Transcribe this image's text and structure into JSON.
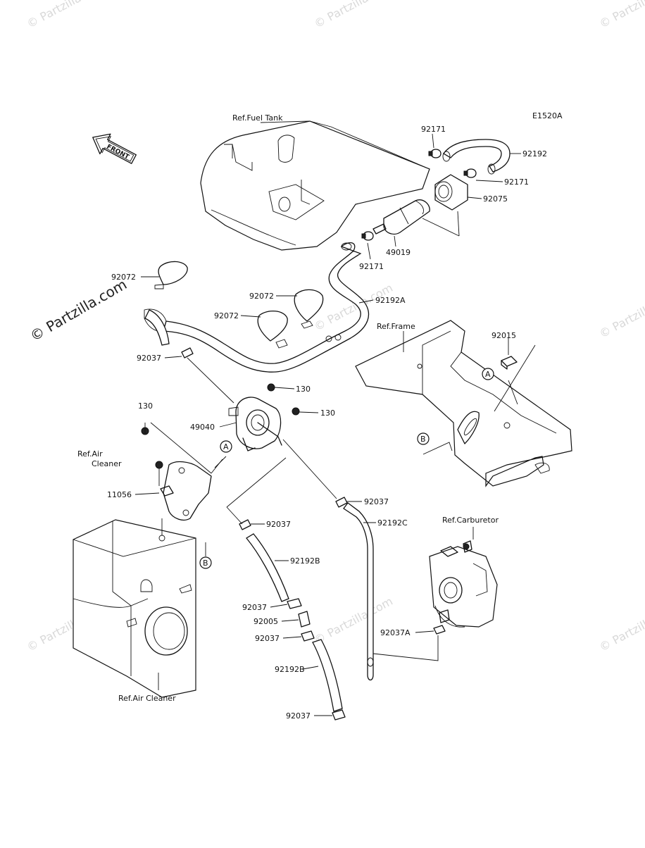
{
  "diagram": {
    "code": "E1520A",
    "front_arrow": "FRONT"
  },
  "watermarks": {
    "text": "© Partzilla.com"
  },
  "refs": {
    "fuel_tank": "Ref.Fuel Tank",
    "frame": "Ref.Frame",
    "air_cleaner_top_line1": "Ref.Air",
    "air_cleaner_top_line2": "Cleaner",
    "air_cleaner_bottom": "Ref.Air Cleaner",
    "carburetor": "Ref.Carburetor"
  },
  "markers": {
    "a": "A",
    "b": "B"
  },
  "parts": {
    "p92171_top": "92171",
    "p92192": "92192",
    "p92171_mid": "92171",
    "p92075": "92075",
    "p49019": "49019",
    "p92171_low": "92171",
    "p92072_left": "92072",
    "p92072_mid_a": "92072",
    "p92072_mid_b": "92072",
    "p92192A": "92192A",
    "p92037_top": "92037",
    "p130_a": "130",
    "p130_b": "130",
    "p130_c": "130",
    "p49040": "49040",
    "p92015": "92015",
    "p11056": "11056",
    "p92037_r": "92037",
    "p92192C": "92192C",
    "p92037_m": "92037",
    "p92192B_a": "92192B",
    "p92037_n": "92037",
    "p92005": "92005",
    "p92037_o": "92037",
    "p92192B_b": "92192B",
    "p92037_bottom": "92037",
    "p92037A": "92037A"
  }
}
